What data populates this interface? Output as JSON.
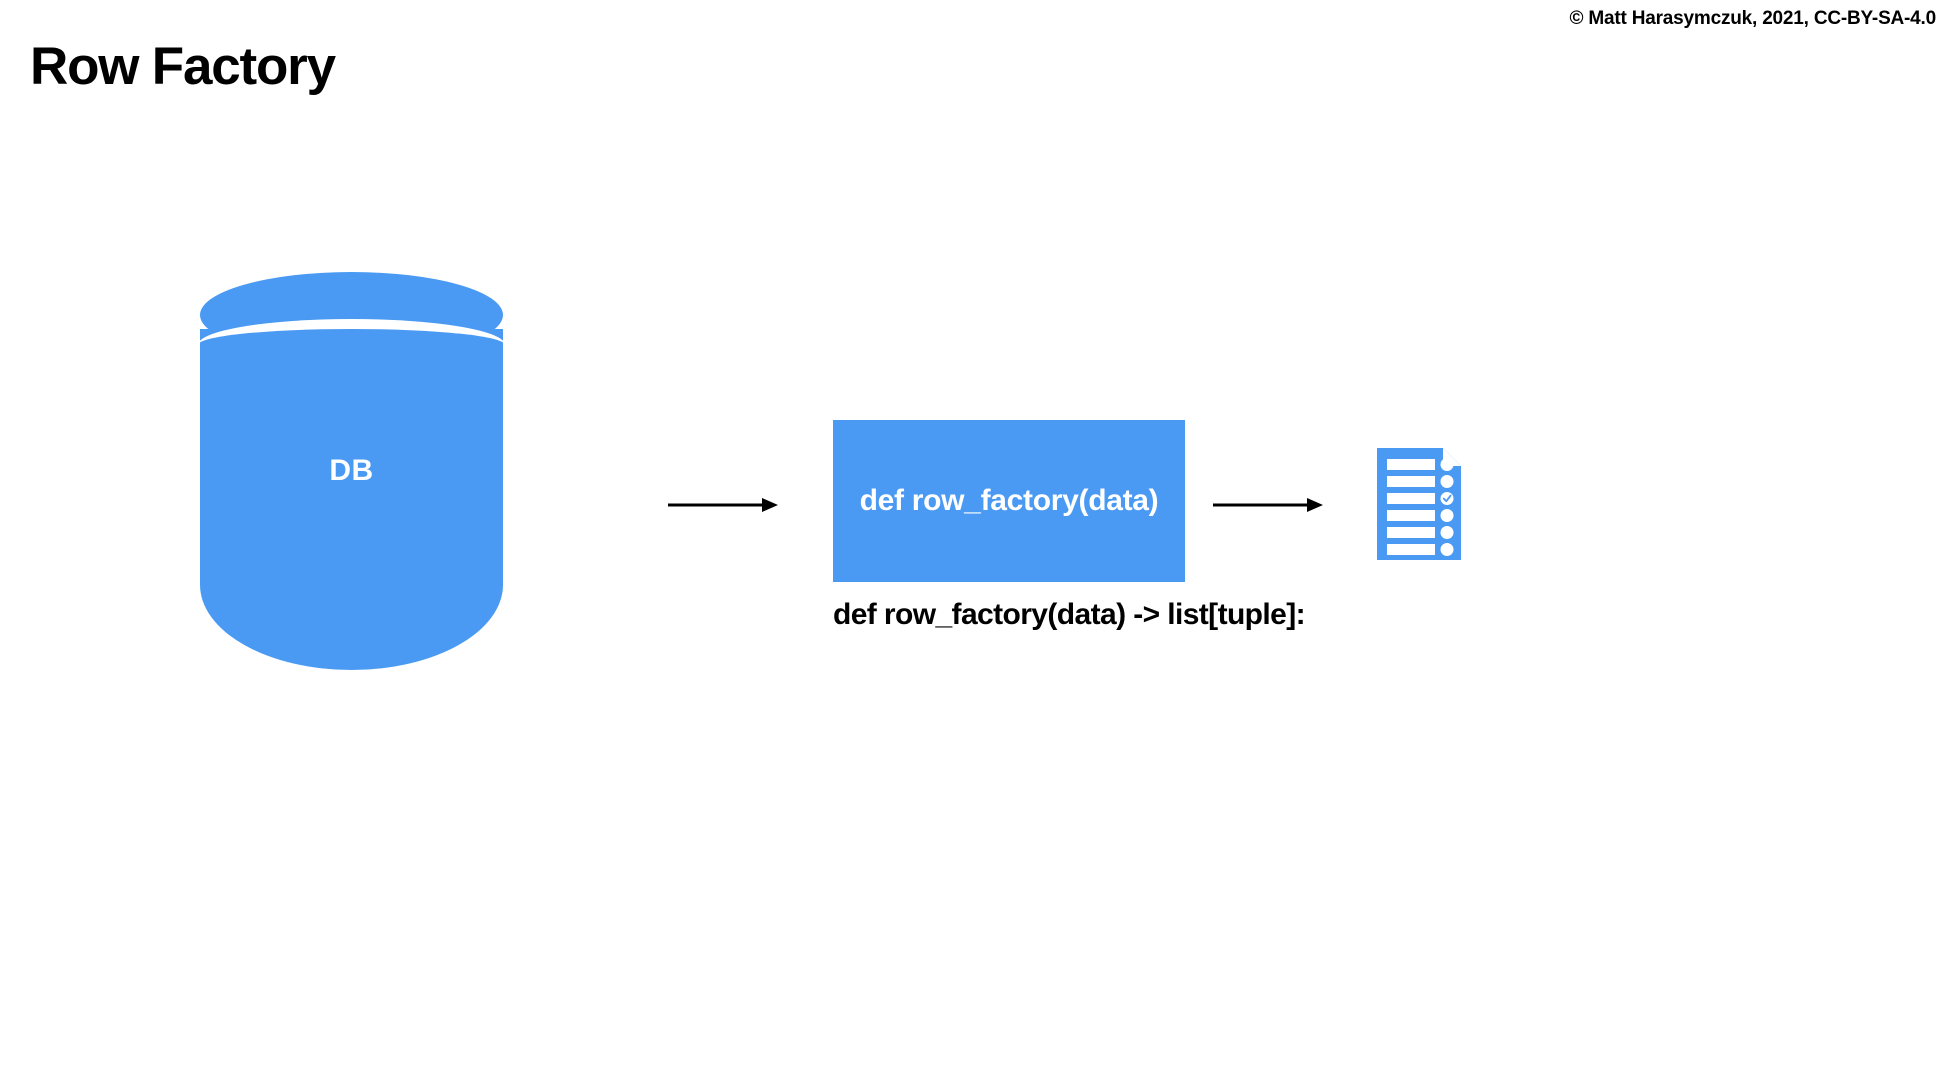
{
  "slide": {
    "title": "Row Factory",
    "copyright": "© Matt Harasymczuk, 2021, CC-BY-SA-4.0",
    "background_color": "#ffffff"
  },
  "theme": {
    "accent_blue": "#4a9af4",
    "text_color": "#000000",
    "on_accent_text_color": "#ffffff"
  },
  "diagram": {
    "type": "flow",
    "nodes": [
      {
        "id": "database",
        "shape": "cylinder",
        "label": "DB",
        "color": "#4a9af4",
        "label_color": "#ffffff"
      },
      {
        "id": "row-factory-function",
        "shape": "rectangle",
        "label": "def row_factory(data)",
        "color": "#4a9af4",
        "label_color": "#ffffff",
        "caption": "def row_factory(data) -> list[tuple]:"
      },
      {
        "id": "result-document",
        "shape": "document-icon",
        "label": "",
        "color": "#4a9af4",
        "rows": 6,
        "checked_row_index": 3
      }
    ],
    "arrows": [
      {
        "id": "arrow-db-to-function",
        "from": "database",
        "to": "row-factory-function",
        "direction": "right",
        "color": "#000000"
      },
      {
        "id": "arrow-function-to-result",
        "from": "row-factory-function",
        "to": "result-document",
        "direction": "right",
        "color": "#000000"
      }
    ]
  }
}
